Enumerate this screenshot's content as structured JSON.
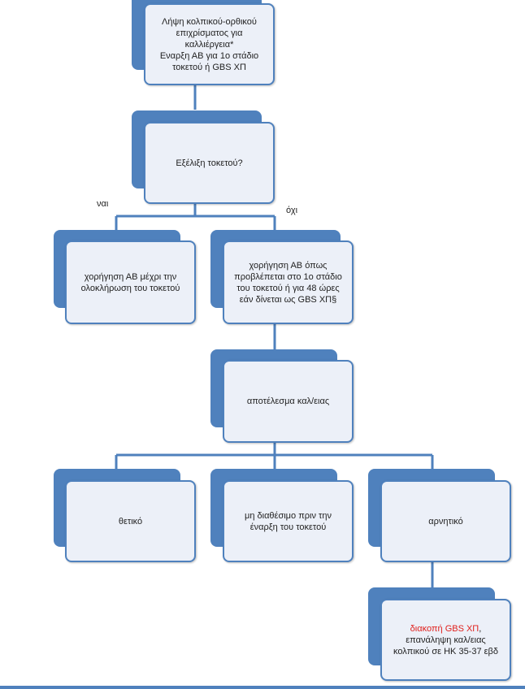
{
  "nodes": {
    "n1": {
      "line1": "Λήψη κολπικού-ορθικού",
      "line2": "επιχρίσματος για",
      "line3": "καλλιέργεια*",
      "line4": "Εναρξη ΑΒ για  1ο  στάδιο",
      "line5": "τοκετού ή GBS  ΧΠ"
    },
    "n2": {
      "line1": "Εξέλιξη τοκετού?"
    },
    "n3": {
      "line1": "χορήγηση ΑΒ μέχρι την",
      "line2": "ολοκλήρωση του τοκετού"
    },
    "n4": {
      "line1": "χορήγηση ΑΒ όπως",
      "line2": "προβλέπεται στο 1ο στάδιο",
      "line3": "του τοκετού ή  για 48 ώρες",
      "line4": "εάν δίνεται ως  GBS ΧΠ§"
    },
    "n5": {
      "line1": "αποτέλεσμα καλ/ειας"
    },
    "n6": {
      "line1": "θετικό"
    },
    "n7": {
      "line1": "μη διαθέσιμο πριν την",
      "line2": "έναρξη του τοκετού"
    },
    "n8": {
      "line1": "αρνητικό"
    },
    "n9": {
      "line1_red": "διακοπή  GBS ΧΠ",
      "line1_suffix": ",",
      "line2": "επανάληψη καλ/ειας",
      "line3": "κολπικού σε ΗΚ 35-37 εβδ"
    }
  },
  "labels": {
    "yes": "ναι",
    "no": "όχι"
  },
  "colors": {
    "accent": "#4f81bd",
    "box_fill": "#ecf0f8",
    "highlight": "#e0201c"
  }
}
